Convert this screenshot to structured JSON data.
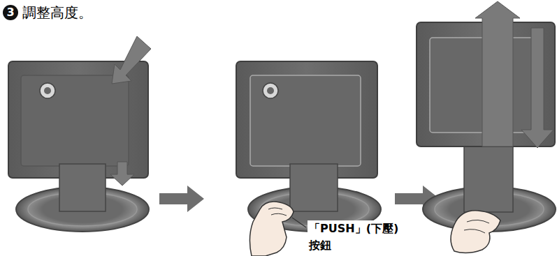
{
  "diagram": {
    "title": "調整高度。",
    "labels": [
      "3",
      "「PUSH」(下壓) 按鈕"
    ]
  }
}
